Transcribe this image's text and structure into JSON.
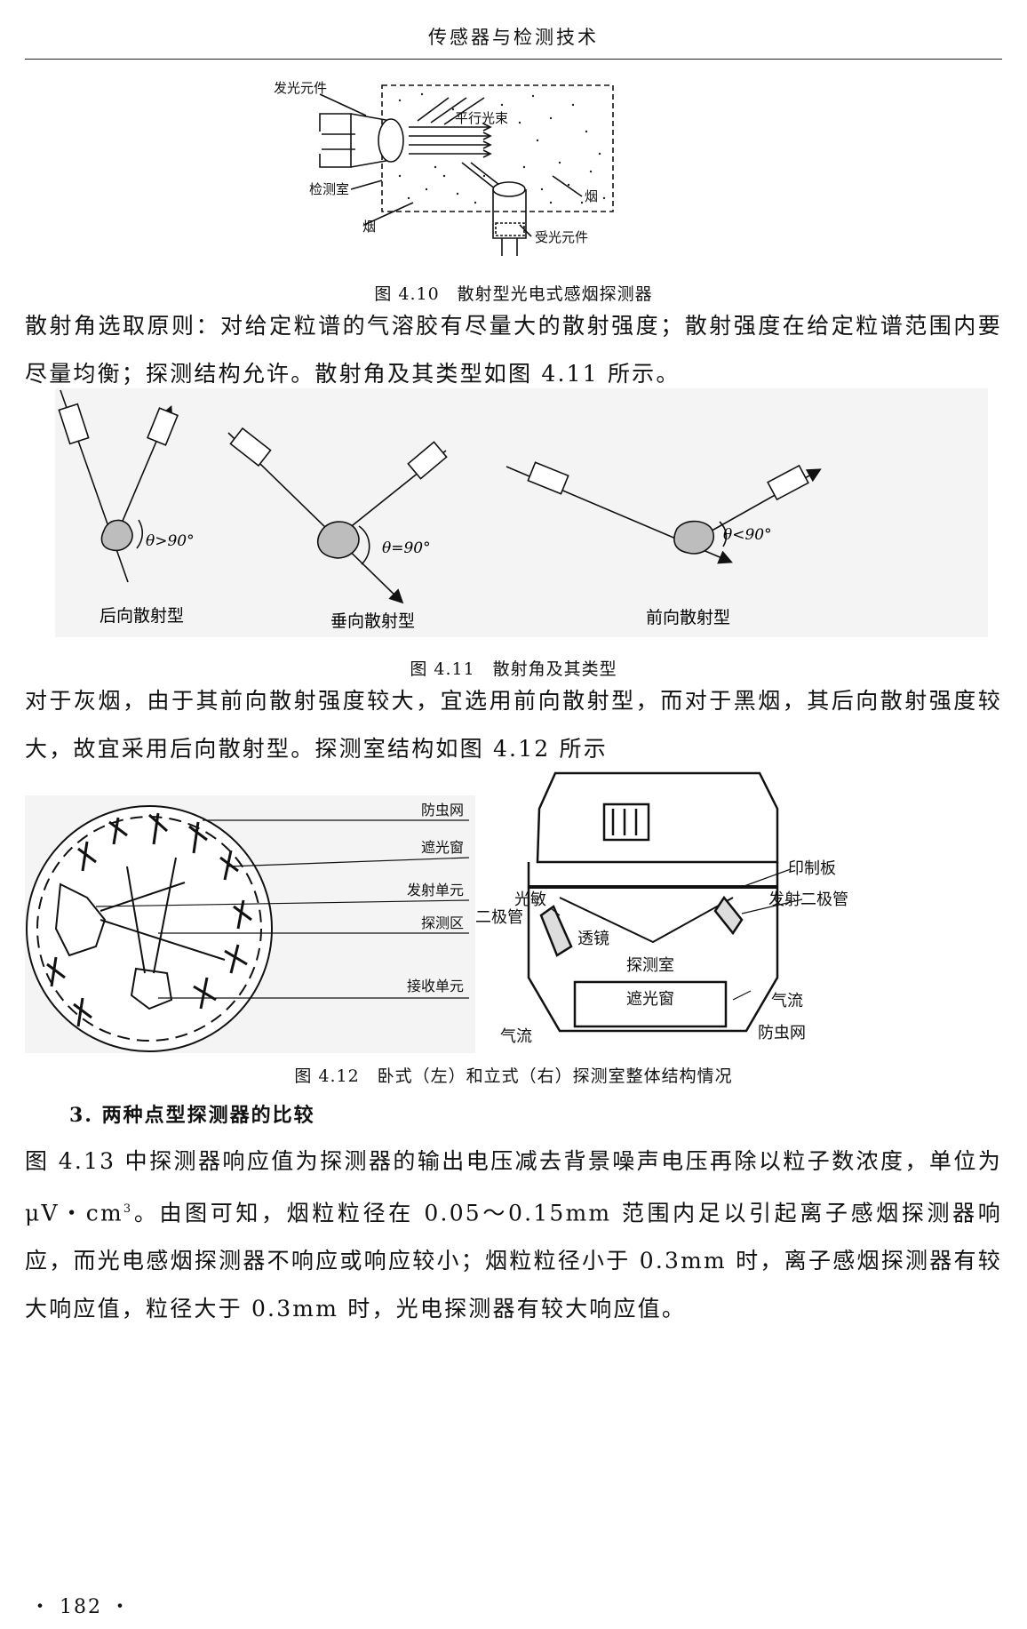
{
  "running_head": "传感器与检测技术",
  "fig_4_10": {
    "caption": "图 4.10　散射型光电式感烟探测器",
    "labels": {
      "emitter": "发光元件",
      "beam": "平行光束",
      "chamber": "检测室",
      "smoke_left": "烟",
      "smoke_right": "烟",
      "receiver": "受光元件"
    }
  },
  "para1": "散射角选取原则：对给定粒谱的气溶胶有尽量大的散射强度；散射强度在给定粒谱范围内要尽量均衡；探测结构允许。散射角及其类型如图 4.11 所示。",
  "fig_4_11": {
    "caption": "图 4.11　散射角及其类型",
    "panels": [
      {
        "name": "后向散射型",
        "angle": "θ>90°"
      },
      {
        "name": "垂向散射型",
        "angle": "θ=90°"
      },
      {
        "name": "前向散射型",
        "angle": "θ<90°"
      }
    ]
  },
  "para2": "对于灰烟，由于其前向散射强度较大，宜选用前向散射型，而对于黑烟，其后向散射强度较大，故宜采用后向散射型。探测室结构如图 4.12 所示",
  "fig_4_12": {
    "caption": "图 4.12　卧式（左）和立式（右）探测室整体结构情况",
    "left_labels": [
      "防虫网",
      "遮光窗",
      "发射单元",
      "探测区",
      "接收单元"
    ],
    "right_labels": {
      "pcb": "印制板",
      "photo_line1": "光敏",
      "photo_line2": "二极管",
      "emit_diode": "发射二极管",
      "lens": "透镜",
      "chamber": "探测室",
      "shade": "遮光窗",
      "airflow_right": "气流",
      "airflow_left": "气流",
      "mesh": "防虫网"
    }
  },
  "section": {
    "number": "3.",
    "title": "两种点型探测器的比较"
  },
  "para3": {
    "part1": "图 4.13 中探测器响应值为探测器的输出电压减去背景噪声电压再除以粒子数浓度，单位为 μV・cm",
    "sup": "3",
    "part2": "。由图可知，烟粒粒径在 0.05～0.15mm 范围内足以引起离子感烟探测器响应，而光电感烟探测器不响应或响应较小；烟粒粒径小于 0.3mm 时，离子感烟探测器有较大响应值，粒径大于 0.3mm 时，光电探测器有较大响应值。"
  },
  "page_number": "・ 182 ・"
}
